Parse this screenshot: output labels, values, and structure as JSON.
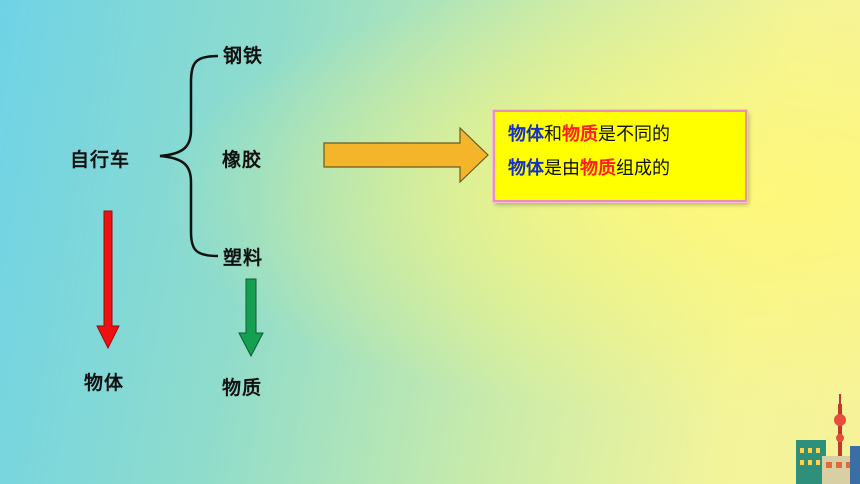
{
  "diagram": {
    "root_label": "自行车",
    "materials": [
      "钢铁",
      "橡胶",
      "塑料"
    ],
    "left_result": "物体",
    "right_result": "物质"
  },
  "callout": {
    "line1": {
      "part1": "物体",
      "part2": "和",
      "part3": "物质",
      "part4": "是不同的"
    },
    "line2": {
      "part1": "物体",
      "part2": "是由",
      "part3": "物质",
      "part4": "组成的"
    }
  },
  "colors": {
    "red_arrow": "#ee1111",
    "green_arrow": "#14a050",
    "big_arrow": "#f5b52a",
    "callout_bg": "#ffff00",
    "callout_border": "#ec8fb6",
    "highlight_blue": "#1530c9",
    "highlight_red": "#ff2020"
  },
  "decorations": {
    "corner_image": "city-skyline-tower-icon"
  }
}
